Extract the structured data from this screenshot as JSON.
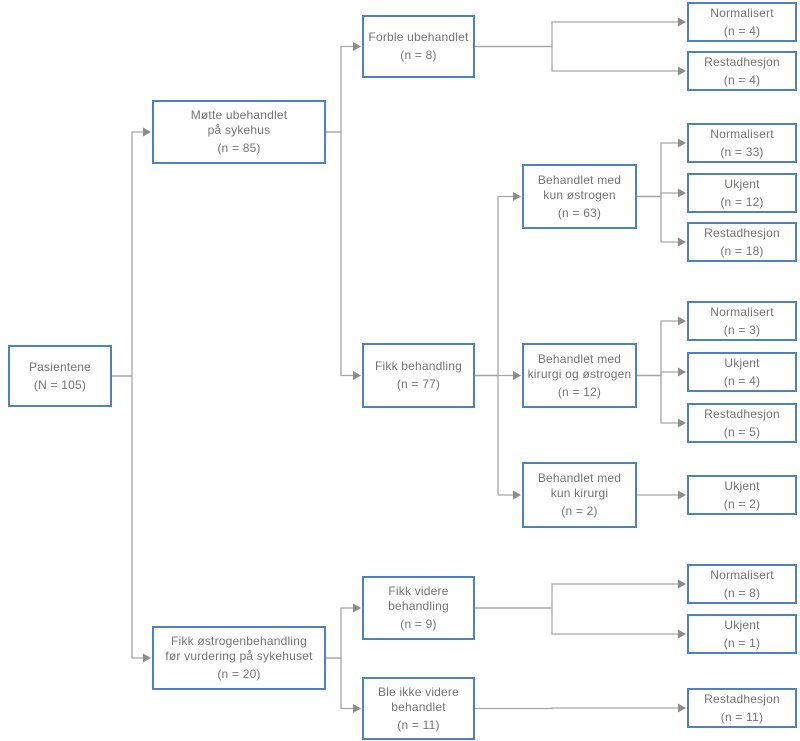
{
  "colors": {
    "box_border": "#4f81bd",
    "connector": "#a6a6a6",
    "arrow": "#8c8c8c",
    "text": "#737373",
    "background": "#ffffff"
  },
  "nodes": {
    "pasientene": {
      "label": "Pasientene",
      "count": "(N = 105)"
    },
    "motte": {
      "label": "Møtte ubehandlet\npå sykehus",
      "count": "(n = 85)"
    },
    "fikk-ostrogen": {
      "label": "Fikk østrogenbehandling\nfør vurdering på sykehuset",
      "count": "(n = 20)"
    },
    "forble": {
      "label": "Forble ubehandlet",
      "count": "(n = 8)"
    },
    "fikk-behandling": {
      "label": "Fikk behandling",
      "count": "(n = 77)"
    },
    "fikk-videre": {
      "label": "Fikk videre\nbehandling",
      "count": "(n = 9)"
    },
    "ble-ikke": {
      "label": "Ble ikke videre\nbehandlet",
      "count": "(n = 11)"
    },
    "kun-ostrogen": {
      "label": "Behandlet med\nkun østrogen",
      "count": "(n = 63)"
    },
    "kirurgi-ostrogen": {
      "label": "Behandlet med\nkirurgi og østrogen",
      "count": "(n = 12)"
    },
    "kun-kirurgi": {
      "label": "Behandlet med\nkun kirurgi",
      "count": "(n = 2)"
    },
    "norm-4": {
      "label": "Normalisert",
      "count": "(n = 4)"
    },
    "rest-4": {
      "label": "Restadhesjon",
      "count": "(n = 4)"
    },
    "norm-33": {
      "label": "Normalisert",
      "count": "(n = 33)"
    },
    "ukjent-12": {
      "label": "Ukjent",
      "count": "(n = 12)"
    },
    "rest-18": {
      "label": "Restadhesjon",
      "count": "(n = 18)"
    },
    "norm-3": {
      "label": "Normalisert",
      "count": "(n = 3)"
    },
    "ukjent-4": {
      "label": "Ukjent",
      "count": "(n = 4)"
    },
    "rest-5": {
      "label": "Restadhesjon",
      "count": "(n = 5)"
    },
    "ukjent-2": {
      "label": "Ukjent",
      "count": "(n = 2)"
    },
    "norm-8": {
      "label": "Normalisert",
      "count": "(n = 8)"
    },
    "ukjent-1": {
      "label": "Ukjent",
      "count": "(n = 1)"
    },
    "rest-11": {
      "label": "Restadhesjon",
      "count": "(n = 11)"
    }
  },
  "edges": [
    [
      "pasientene",
      "motte"
    ],
    [
      "pasientene",
      "fikk-ostrogen"
    ],
    [
      "motte",
      "forble"
    ],
    [
      "motte",
      "fikk-behandling"
    ],
    [
      "forble",
      "norm-4"
    ],
    [
      "forble",
      "rest-4"
    ],
    [
      "fikk-behandling",
      "kun-ostrogen"
    ],
    [
      "fikk-behandling",
      "kirurgi-ostrogen"
    ],
    [
      "fikk-behandling",
      "kun-kirurgi"
    ],
    [
      "kun-ostrogen",
      "norm-33"
    ],
    [
      "kun-ostrogen",
      "ukjent-12"
    ],
    [
      "kun-ostrogen",
      "rest-18"
    ],
    [
      "kirurgi-ostrogen",
      "norm-3"
    ],
    [
      "kirurgi-ostrogen",
      "ukjent-4"
    ],
    [
      "kirurgi-ostrogen",
      "rest-5"
    ],
    [
      "kun-kirurgi",
      "ukjent-2"
    ],
    [
      "fikk-ostrogen",
      "fikk-videre"
    ],
    [
      "fikk-ostrogen",
      "ble-ikke"
    ],
    [
      "fikk-videre",
      "norm-8"
    ],
    [
      "fikk-videre",
      "ukjent-1"
    ],
    [
      "ble-ikke",
      "rest-11"
    ]
  ]
}
